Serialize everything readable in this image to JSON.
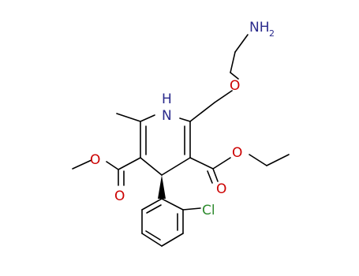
{
  "molecule": {
    "atom_labels": {
      "amine_n": "NH",
      "amine_sub": "2",
      "ether_o": "O",
      "ring_nh": "H",
      "ring_n": "N",
      "ester_left_o_single": "O",
      "ester_left_o_double": "O",
      "ester_right_o_single": "O",
      "ester_right_o_double": "O",
      "chlorine": "Cl"
    },
    "colors": {
      "bond": "#000000",
      "oxygen": "#cc0000",
      "nitrogen": "#2a2a8c",
      "chlorine": "#2e8b2e"
    }
  }
}
